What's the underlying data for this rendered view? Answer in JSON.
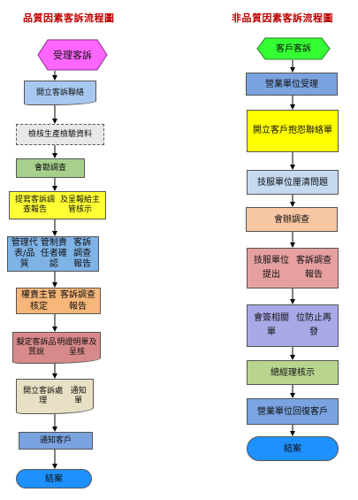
{
  "left_chart": {
    "title": "品質因素客訴流程圖",
    "steps": [
      {
        "lines": [
          "受理客訴"
        ],
        "color": "#ff66ff"
      },
      {
        "lines": [
          "開立客訴聯絡"
        ],
        "color": "#a8c8f0"
      },
      {
        "lines": [
          "檢核生產檢驗資料"
        ],
        "color": "#e8e8e8"
      },
      {
        "lines": [
          "會勘調查"
        ],
        "color": "#a8d08d"
      },
      {
        "lines": [
          "提寫客訴調查報告",
          "及呈報給主管核示"
        ],
        "color": "#ffff33"
      },
      {
        "lines": [
          "管理代表/品質",
          "管制責任者確認",
          "客訴調查報告"
        ],
        "color": "#7fb3e6"
      },
      {
        "lines": [
          "權責主管核定",
          "客訴調查報告"
        ],
        "color": "#f7b77a"
      },
      {
        "lines": [
          "擬定客訴品質說",
          "明證明單及呈核"
        ],
        "color": "#d88a8a"
      },
      {
        "lines": [
          "開立客訴處理",
          "通知單"
        ],
        "color": "#e7e0c4"
      },
      {
        "lines": [
          "通知客戶"
        ],
        "color": "#7aa3e0"
      },
      {
        "lines": [
          "結案"
        ],
        "color": "#1e90ff"
      }
    ]
  },
  "right_chart": {
    "title": "非品質因素客訴流程圖",
    "steps": [
      {
        "lines": [
          "客戶客訴"
        ],
        "color": "#33ff33"
      },
      {
        "lines": [
          "營業單位受理"
        ],
        "color": "#7aa3e0"
      },
      {
        "lines": [
          "開立",
          "客戶抱怨聯絡單"
        ],
        "color": "#ffff00"
      },
      {
        "lines": [
          "技服單位厘清問題"
        ],
        "color": "#c5d9f1"
      },
      {
        "lines": [
          "會辦調查"
        ],
        "color": "#f7c6a3"
      },
      {
        "lines": [
          "技服單位提出",
          "客訴調查報告"
        ],
        "color": "#e6a0a0"
      },
      {
        "lines": [
          "會簽相關單",
          "位防止再發"
        ],
        "color": "#a9a9e8"
      },
      {
        "lines": [
          "總經理核示"
        ],
        "color": "#b8d48f"
      },
      {
        "lines": [
          "營業單位回復客戶"
        ],
        "color": "#7aa3e0"
      },
      {
        "lines": [
          "結案"
        ],
        "color": "#1e90ff"
      }
    ]
  }
}
